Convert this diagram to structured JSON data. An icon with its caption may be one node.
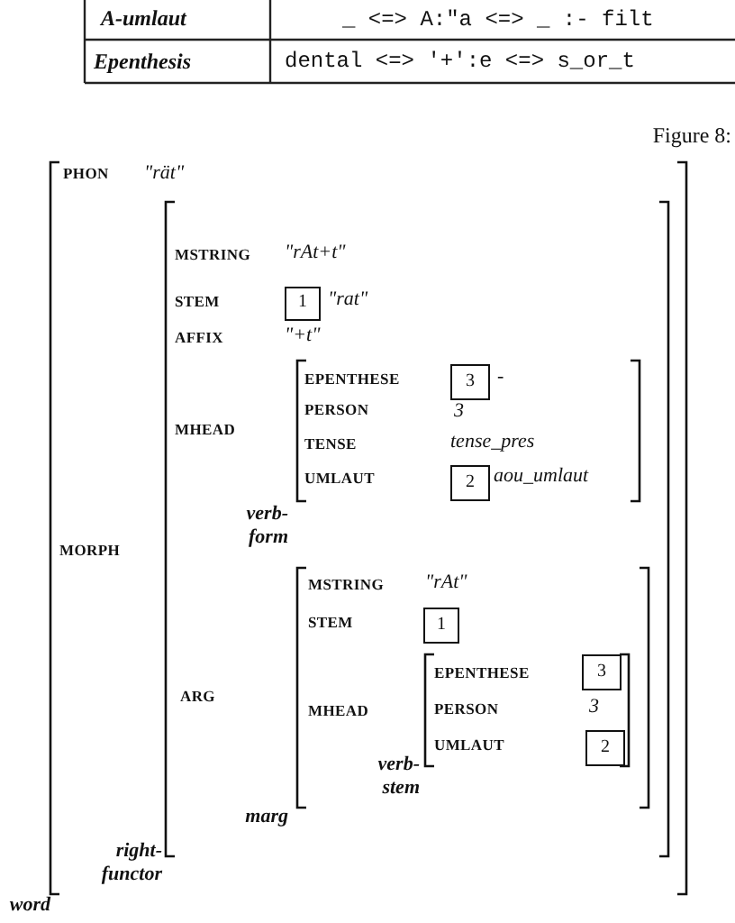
{
  "diagram": {
    "caption": "Figure 8:",
    "nodes": [
      {
        "text": [
          "PHON",
          "\"rät\"",
          "MORPH",
          "word"
        ]
      },
      {
        "text": [
          "MSTRING",
          "\"rAt+t\"",
          "STEM",
          "\"rat\"",
          "AFFIX",
          "\"+t\"",
          "MHEAD",
          "ARG",
          "right-functor"
        ],
        "in": 0
      },
      {
        "text": [
          "1"
        ],
        "in": 1
      },
      {
        "text": [
          "EPENTHESE",
          "-",
          "PERSON",
          "3",
          "TENSE",
          "tense_pres",
          "UMLAUT",
          "aou_umlaut",
          "verb-form"
        ],
        "in": 1
      },
      {
        "text": [
          "3"
        ],
        "in": 3
      },
      {
        "text": [
          "2"
        ],
        "in": 3
      },
      {
        "text": [
          "MSTRING",
          "\"rAt\"",
          "STEM",
          "MHEAD",
          "marg"
        ],
        "in": 1
      },
      {
        "text": [
          "1"
        ],
        "in": 6
      },
      {
        "text": [
          "EPENTHESE",
          "PERSON",
          "3",
          "UMLAUT",
          "verb-stem"
        ],
        "in": 6
      },
      {
        "text": [
          "3"
        ],
        "in": 8
      },
      {
        "text": [
          "2"
        ],
        "in": 8
      }
    ],
    "labels": [
      "A-umlaut",
      "_ <=> A:\"a <=> _ :- filt",
      "Epenthesis",
      "dental <=> '+':e <=> s_or_t"
    ]
  }
}
